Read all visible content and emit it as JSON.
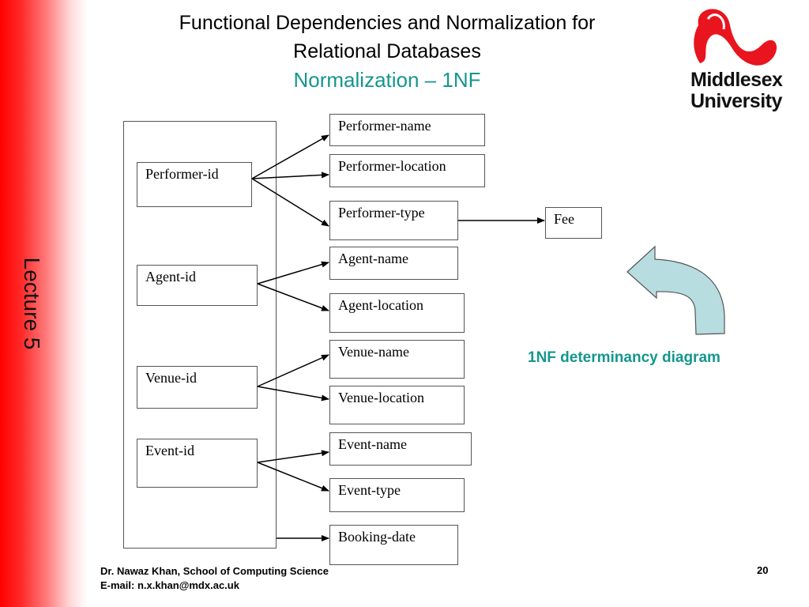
{
  "sidebar": {
    "label": "Lecture 5"
  },
  "header": {
    "title_line1": "Functional Dependencies and Normalization for",
    "title_line2": "Relational Databases",
    "subtitle": "Normalization – 1NF",
    "accent_color": "#14968f"
  },
  "logo": {
    "line1": "Middlesex",
    "line2": "University",
    "brand_color": "#e8141e"
  },
  "diagram": {
    "determinants": [
      "Performer-id",
      "Agent-id",
      "Venue-id",
      "Event-id"
    ],
    "attributes": [
      "Performer-name",
      "Performer-location",
      "Performer-type",
      "Agent-name",
      "Agent-location",
      "Venue-name",
      "Venue-location",
      "Event-name",
      "Event-type",
      "Booking-date",
      "Fee"
    ],
    "dependencies": [
      {
        "from": "Performer-id",
        "to": "Performer-name"
      },
      {
        "from": "Performer-id",
        "to": "Performer-location"
      },
      {
        "from": "Performer-id",
        "to": "Performer-type"
      },
      {
        "from": "Performer-type",
        "to": "Fee"
      },
      {
        "from": "Agent-id",
        "to": "Agent-name"
      },
      {
        "from": "Agent-id",
        "to": "Agent-location"
      },
      {
        "from": "Venue-id",
        "to": "Venue-name"
      },
      {
        "from": "Venue-id",
        "to": "Venue-location"
      },
      {
        "from": "Event-id",
        "to": "Event-name"
      },
      {
        "from": "Event-id",
        "to": "Event-type"
      },
      {
        "from": "composite-key",
        "to": "Booking-date"
      }
    ],
    "caption": "1NF determinancy diagram",
    "curved_arrow_color": "#b7dde0"
  },
  "footer": {
    "author": "Dr. Nawaz Khan, School of Computing Science",
    "email": "E-mail: n.x.khan@mdx.ac.uk",
    "page_number": "20"
  }
}
